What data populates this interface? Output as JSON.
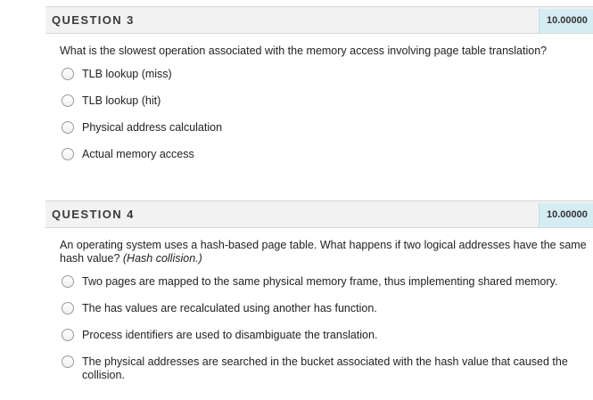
{
  "questions": [
    {
      "title": "QUESTION 3",
      "points": "10.00000",
      "text": "What is the slowest operation associated with the memory access involving page table translation?",
      "text_em": "",
      "options": [
        "TLB lookup (miss)",
        "TLB lookup (hit)",
        "Physical address calculation",
        "Actual memory access"
      ]
    },
    {
      "title": "QUESTION 4",
      "points": "10.00000",
      "text": "An operating system uses a hash-based page table. What happens if two logical addresses have the same hash value? ",
      "text_em": "(Hash collision.)",
      "options": [
        "Two pages are mapped to the same physical memory frame, thus implementing shared memory.",
        "The has values are recalculated using another has function.",
        "Process identifiers are used to disambiguate the translation.",
        "The physical addresses are searched in the bucket associated with the hash value that caused the collision."
      ]
    }
  ]
}
